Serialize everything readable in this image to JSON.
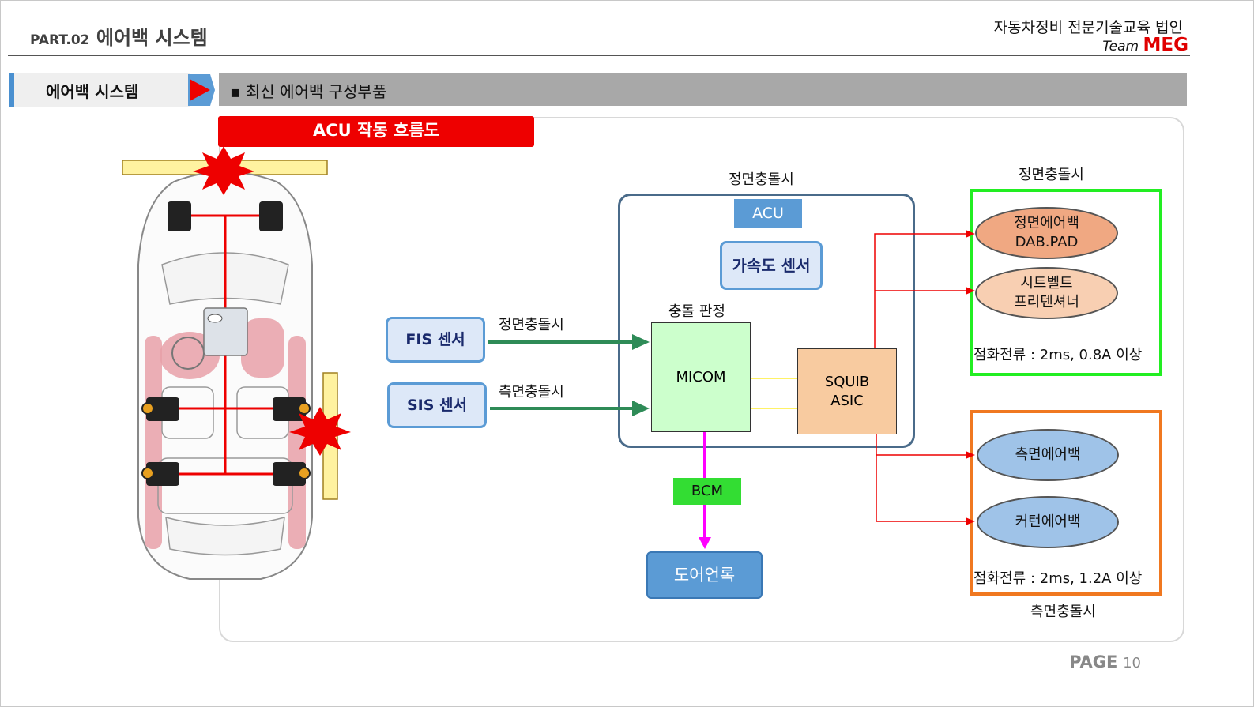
{
  "header": {
    "part": "PART.02",
    "title": "에어백 시스템",
    "org": "자동차정비 전문기술교육 법인",
    "team_prefix": "Team",
    "team_name": "MEG"
  },
  "nav": {
    "section": "에어백 시스템",
    "topic": "▪ 최신 에어백 구성부품"
  },
  "diagram": {
    "banner": "ACU 작동 흐름도",
    "fis_label": "FIS 센서",
    "sis_label": "SIS 센서",
    "fis_arrow_label": "정면충돌시",
    "sis_arrow_label": "측면충돌시",
    "acu_top_label": "정면충돌시",
    "acu_tag": "ACU",
    "accel_sensor": "가속도 센서",
    "judge_label": "충돌 판정",
    "micom": "MICOM",
    "squib_line1": "SQUIB",
    "squib_line2": "ASIC",
    "bcm": "BCM",
    "door_unlock": "도어언록",
    "front_group_label": "정면충돌시",
    "front_airbag_line1": "정면에어백",
    "front_airbag_line2": "DAB.PAD",
    "seatbelt_line1": "시트벨트",
    "seatbelt_line2": "프리텐셔너",
    "front_current": "점화전류 : 2ms, 0.8A 이상",
    "side_airbag": "측면에어백",
    "curtain_airbag": "커턴에어백",
    "side_current": "점화전류 : 2ms, 1.2A 이상",
    "side_group_label": "측면충돌시"
  },
  "footer": {
    "page_label": "PAGE",
    "page_number": "10"
  },
  "colors": {
    "red": "#ee0000",
    "accent_blue": "#5b9bd5",
    "flow_green": "#2e8b57",
    "magenta": "#ff00ff",
    "front_group": "#22ee22",
    "side_group": "#f07820"
  }
}
